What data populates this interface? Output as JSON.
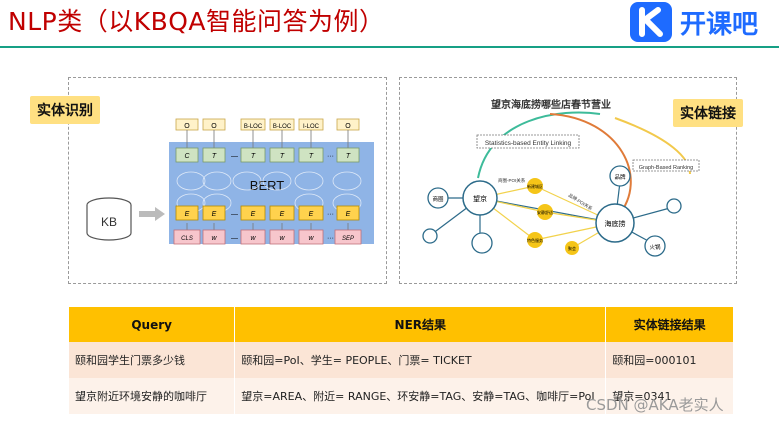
{
  "slide": {
    "title": "NLP类（以KBQA智能问答为例）"
  },
  "logo": {
    "text": "开课吧"
  },
  "left_panel": {
    "tag": "实体识别",
    "kb_label": "KB",
    "bert_label": "BERT",
    "output_tags": [
      "O",
      "O",
      "B-LOC",
      "B-LOC",
      "I-LOC",
      "O"
    ],
    "hidden_tokens": [
      "C",
      "T",
      "T",
      "T",
      "T",
      "T"
    ],
    "embed_tokens": [
      "E",
      "E",
      "E",
      "E",
      "E",
      "E"
    ],
    "input_tokens": [
      "CLS",
      "w",
      "w",
      "w",
      "w",
      "SEP"
    ]
  },
  "right_panel": {
    "tag": "实体链接",
    "question": "望京海底捞哪些店春节营业",
    "stat_label": "Statistics-based Entity Linking",
    "graph_label": "Graph-Based Ranking",
    "nodes": {
      "wangjing": "望京",
      "haidilao": "海底捞",
      "shangquan": "商圈",
      "pinpai": "品牌",
      "huoguo": "火锅",
      "n1": "新建城区",
      "n2": "安静舒适",
      "n3": "特色服务",
      "n4": "聚会",
      "edge_a": "商圈-POI关系",
      "edge_b": "品牌-POI关系"
    }
  },
  "table": {
    "headers": [
      "Query",
      "NER结果",
      "实体链接结果"
    ],
    "rows": [
      [
        "颐和园学生门票多少钱",
        "颐和园=PoI、学生= PEOPLE、门票= TICKET",
        "颐和园=000101"
      ],
      [
        "望京附近环境安静的咖啡厅",
        "望京=AREA、附近= RANGE、环安静=TAG、安静=TAG、咖啡厅=PoI",
        "望京=0341"
      ]
    ]
  },
  "watermark": "CSDN @AKA老实人",
  "colors": {
    "title": "#c00000",
    "accent_rule": "#16a085",
    "tag_bg": "#ffe082",
    "header_bg": "#ffc000",
    "bert_bg": "#8fb4e6",
    "logo": "#1e6bff"
  }
}
